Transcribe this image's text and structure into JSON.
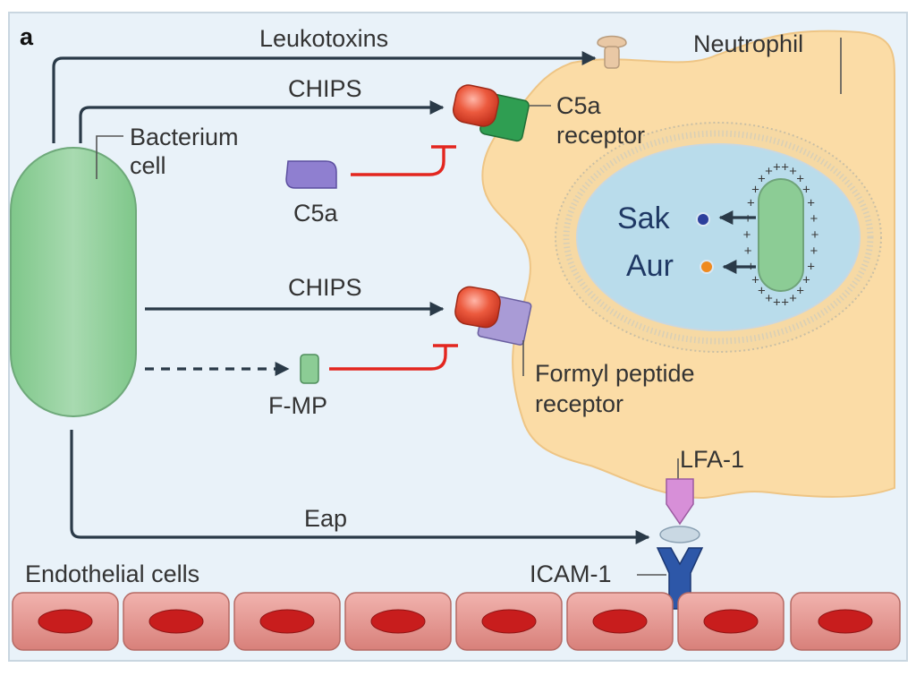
{
  "figure": {
    "panel_label": "a",
    "labels": {
      "leukotoxins": "Leukotoxins",
      "neutrophil": "Neutrophil",
      "chips_top": "CHIPS",
      "c5a_receptor_line1": "C5a",
      "c5a_receptor_line2": "receptor",
      "bacterium_line1": "Bacterium",
      "bacterium_line2": "cell",
      "c5a": "C5a",
      "sak": "Sak",
      "aur": "Aur",
      "chips_bottom": "CHIPS",
      "formyl_line1": "Formyl peptide",
      "formyl_line2": "receptor",
      "fmp": "F-MP",
      "lfa1": "LFA-1",
      "eap": "Eap",
      "endothelial": "Endothelial cells",
      "icam1": "ICAM-1"
    },
    "colors": {
      "background": "#e9f2f9",
      "neutrophil_fill": "#fbdca6",
      "nucleus_fill": "#b9dceb",
      "bacterium_fill": "#8ccc95",
      "inhibition": "#e3261f",
      "arrow": "#2a3a48",
      "endothelial_fill": "#e08c86",
      "endothelial_nucleus": "#c81d1d",
      "chips_red": "#e8452c",
      "c5a_receptor_green": "#2f9e52",
      "formyl_receptor_purple": "#a99bd6",
      "c5a_purple": "#8f7fd0",
      "lfa1_pink": "#d78fd8",
      "icam1_blue": "#2d57a8",
      "sak_dot": "#2c3f9c",
      "aur_dot": "#ef8a1f"
    },
    "icons": {
      "leukotoxin": "mushroom-pore-icon",
      "plus_charge": "plus-sign-icon"
    }
  }
}
